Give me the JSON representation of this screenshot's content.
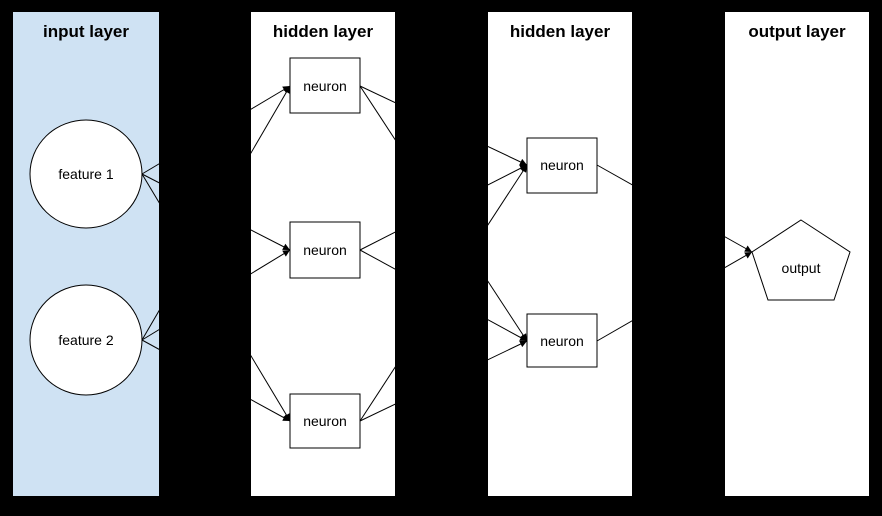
{
  "diagram": {
    "type": "neural-network",
    "background": "#000000",
    "edge_color": "#000000",
    "node_fill": "#ffffff",
    "layers": [
      {
        "title": "input layer",
        "fill": "#cfe2f3",
        "nodes": [
          {
            "id": "feature1",
            "label": "feature 1",
            "shape": "circle"
          },
          {
            "id": "feature2",
            "label": "feature 2",
            "shape": "circle"
          }
        ]
      },
      {
        "title": "hidden layer",
        "fill": "#ffffff",
        "nodes": [
          {
            "id": "h1n1",
            "label": "neuron",
            "shape": "rectangle"
          },
          {
            "id": "h1n2",
            "label": "neuron",
            "shape": "rectangle"
          },
          {
            "id": "h1n3",
            "label": "neuron",
            "shape": "rectangle"
          }
        ]
      },
      {
        "title": "hidden layer",
        "fill": "#ffffff",
        "nodes": [
          {
            "id": "h2n1",
            "label": "neuron",
            "shape": "rectangle"
          },
          {
            "id": "h2n2",
            "label": "neuron",
            "shape": "rectangle"
          }
        ]
      },
      {
        "title": "output layer",
        "fill": "#ffffff",
        "nodes": [
          {
            "id": "out",
            "label": "output",
            "shape": "pentagon"
          }
        ]
      }
    ],
    "edges": [
      {
        "from": "feature1",
        "to": "h1n1"
      },
      {
        "from": "feature1",
        "to": "h1n2"
      },
      {
        "from": "feature1",
        "to": "h1n3"
      },
      {
        "from": "feature2",
        "to": "h1n1"
      },
      {
        "from": "feature2",
        "to": "h1n2"
      },
      {
        "from": "feature2",
        "to": "h1n3"
      },
      {
        "from": "h1n1",
        "to": "h2n1"
      },
      {
        "from": "h1n1",
        "to": "h2n2"
      },
      {
        "from": "h1n2",
        "to": "h2n1"
      },
      {
        "from": "h1n2",
        "to": "h2n2"
      },
      {
        "from": "h1n3",
        "to": "h2n1"
      },
      {
        "from": "h1n3",
        "to": "h2n2"
      },
      {
        "from": "h2n1",
        "to": "out"
      },
      {
        "from": "h2n2",
        "to": "out"
      }
    ]
  }
}
